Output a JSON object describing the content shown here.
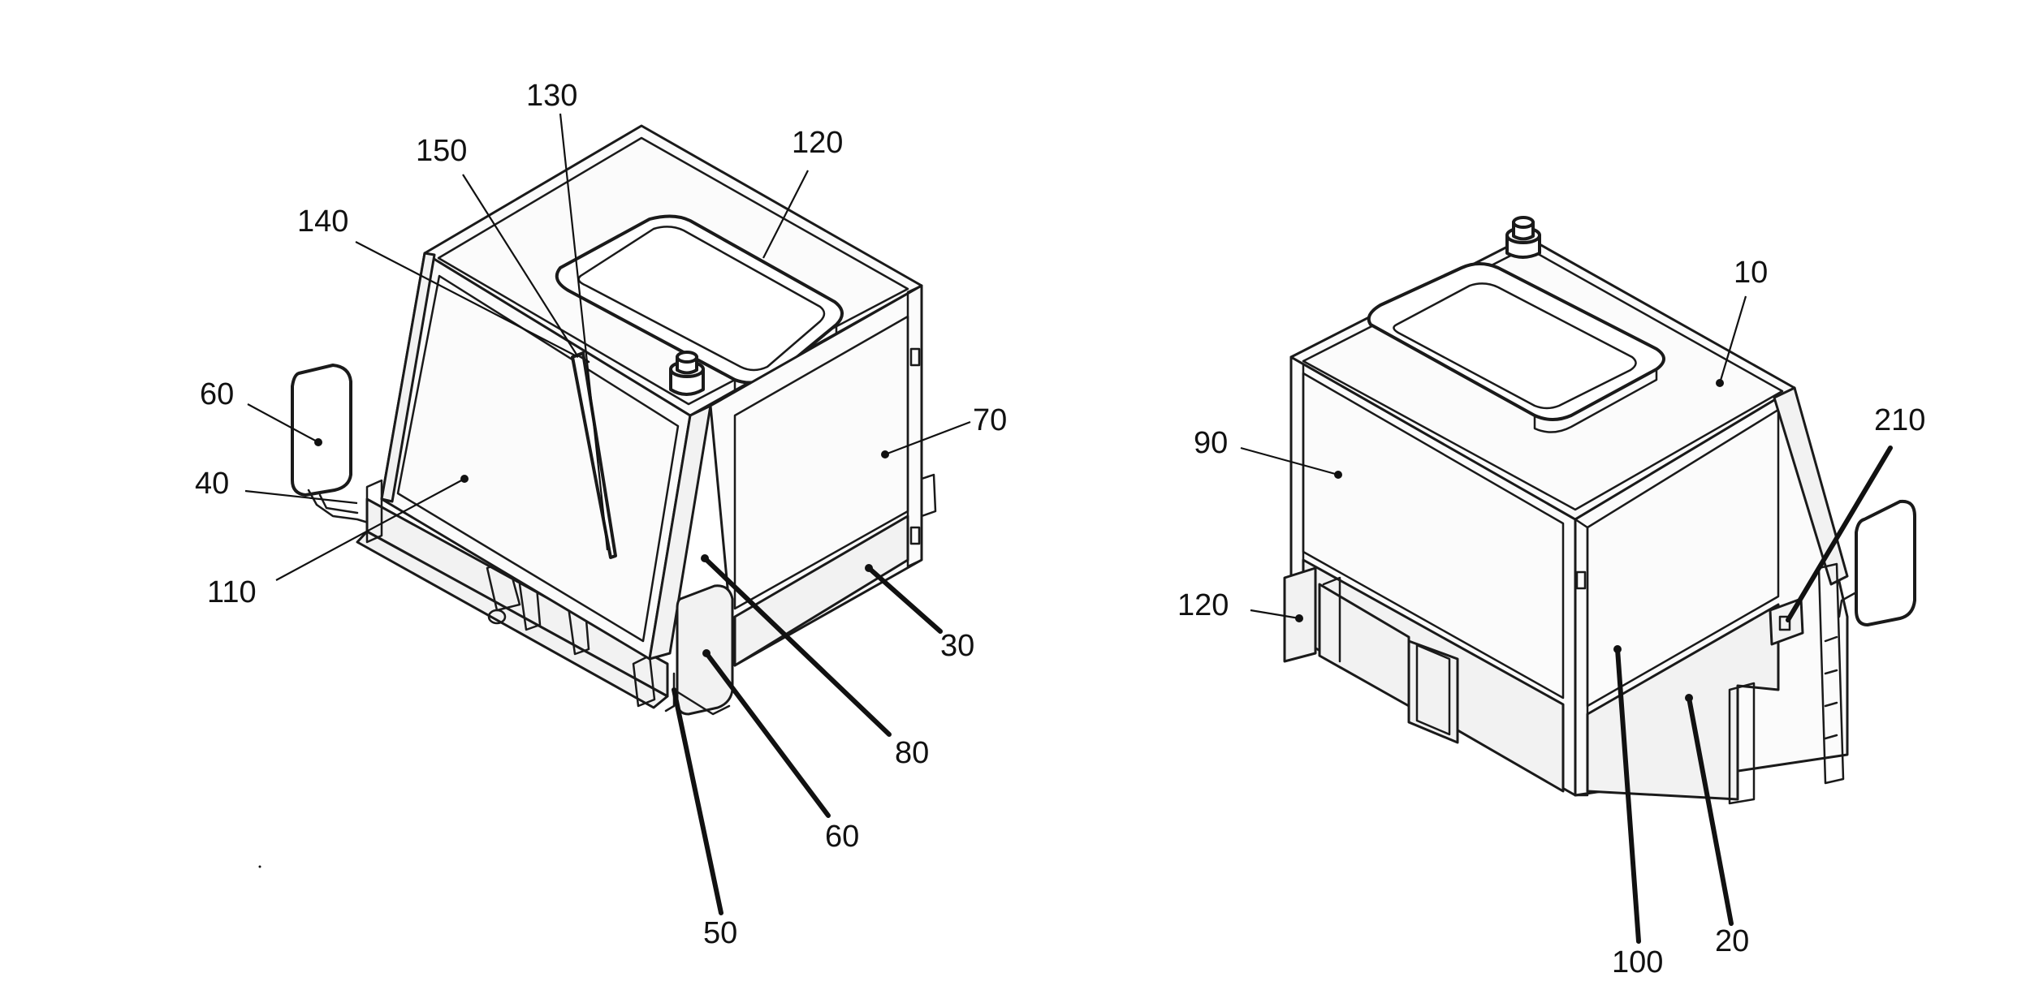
{
  "figure": {
    "left_view": {
      "labels": {
        "l130": "130",
        "l150": "150",
        "l120": "120",
        "l140": "140",
        "l60a": "60",
        "l70": "70",
        "l40": "40",
        "l110": "110",
        "l30": "30",
        "l80": "80",
        "l60b": "60",
        "l50": "50"
      }
    },
    "right_view": {
      "labels": {
        "l10": "10",
        "l90": "90",
        "l210": "210",
        "l120": "120",
        "l100": "100",
        "l20": "20"
      }
    }
  }
}
